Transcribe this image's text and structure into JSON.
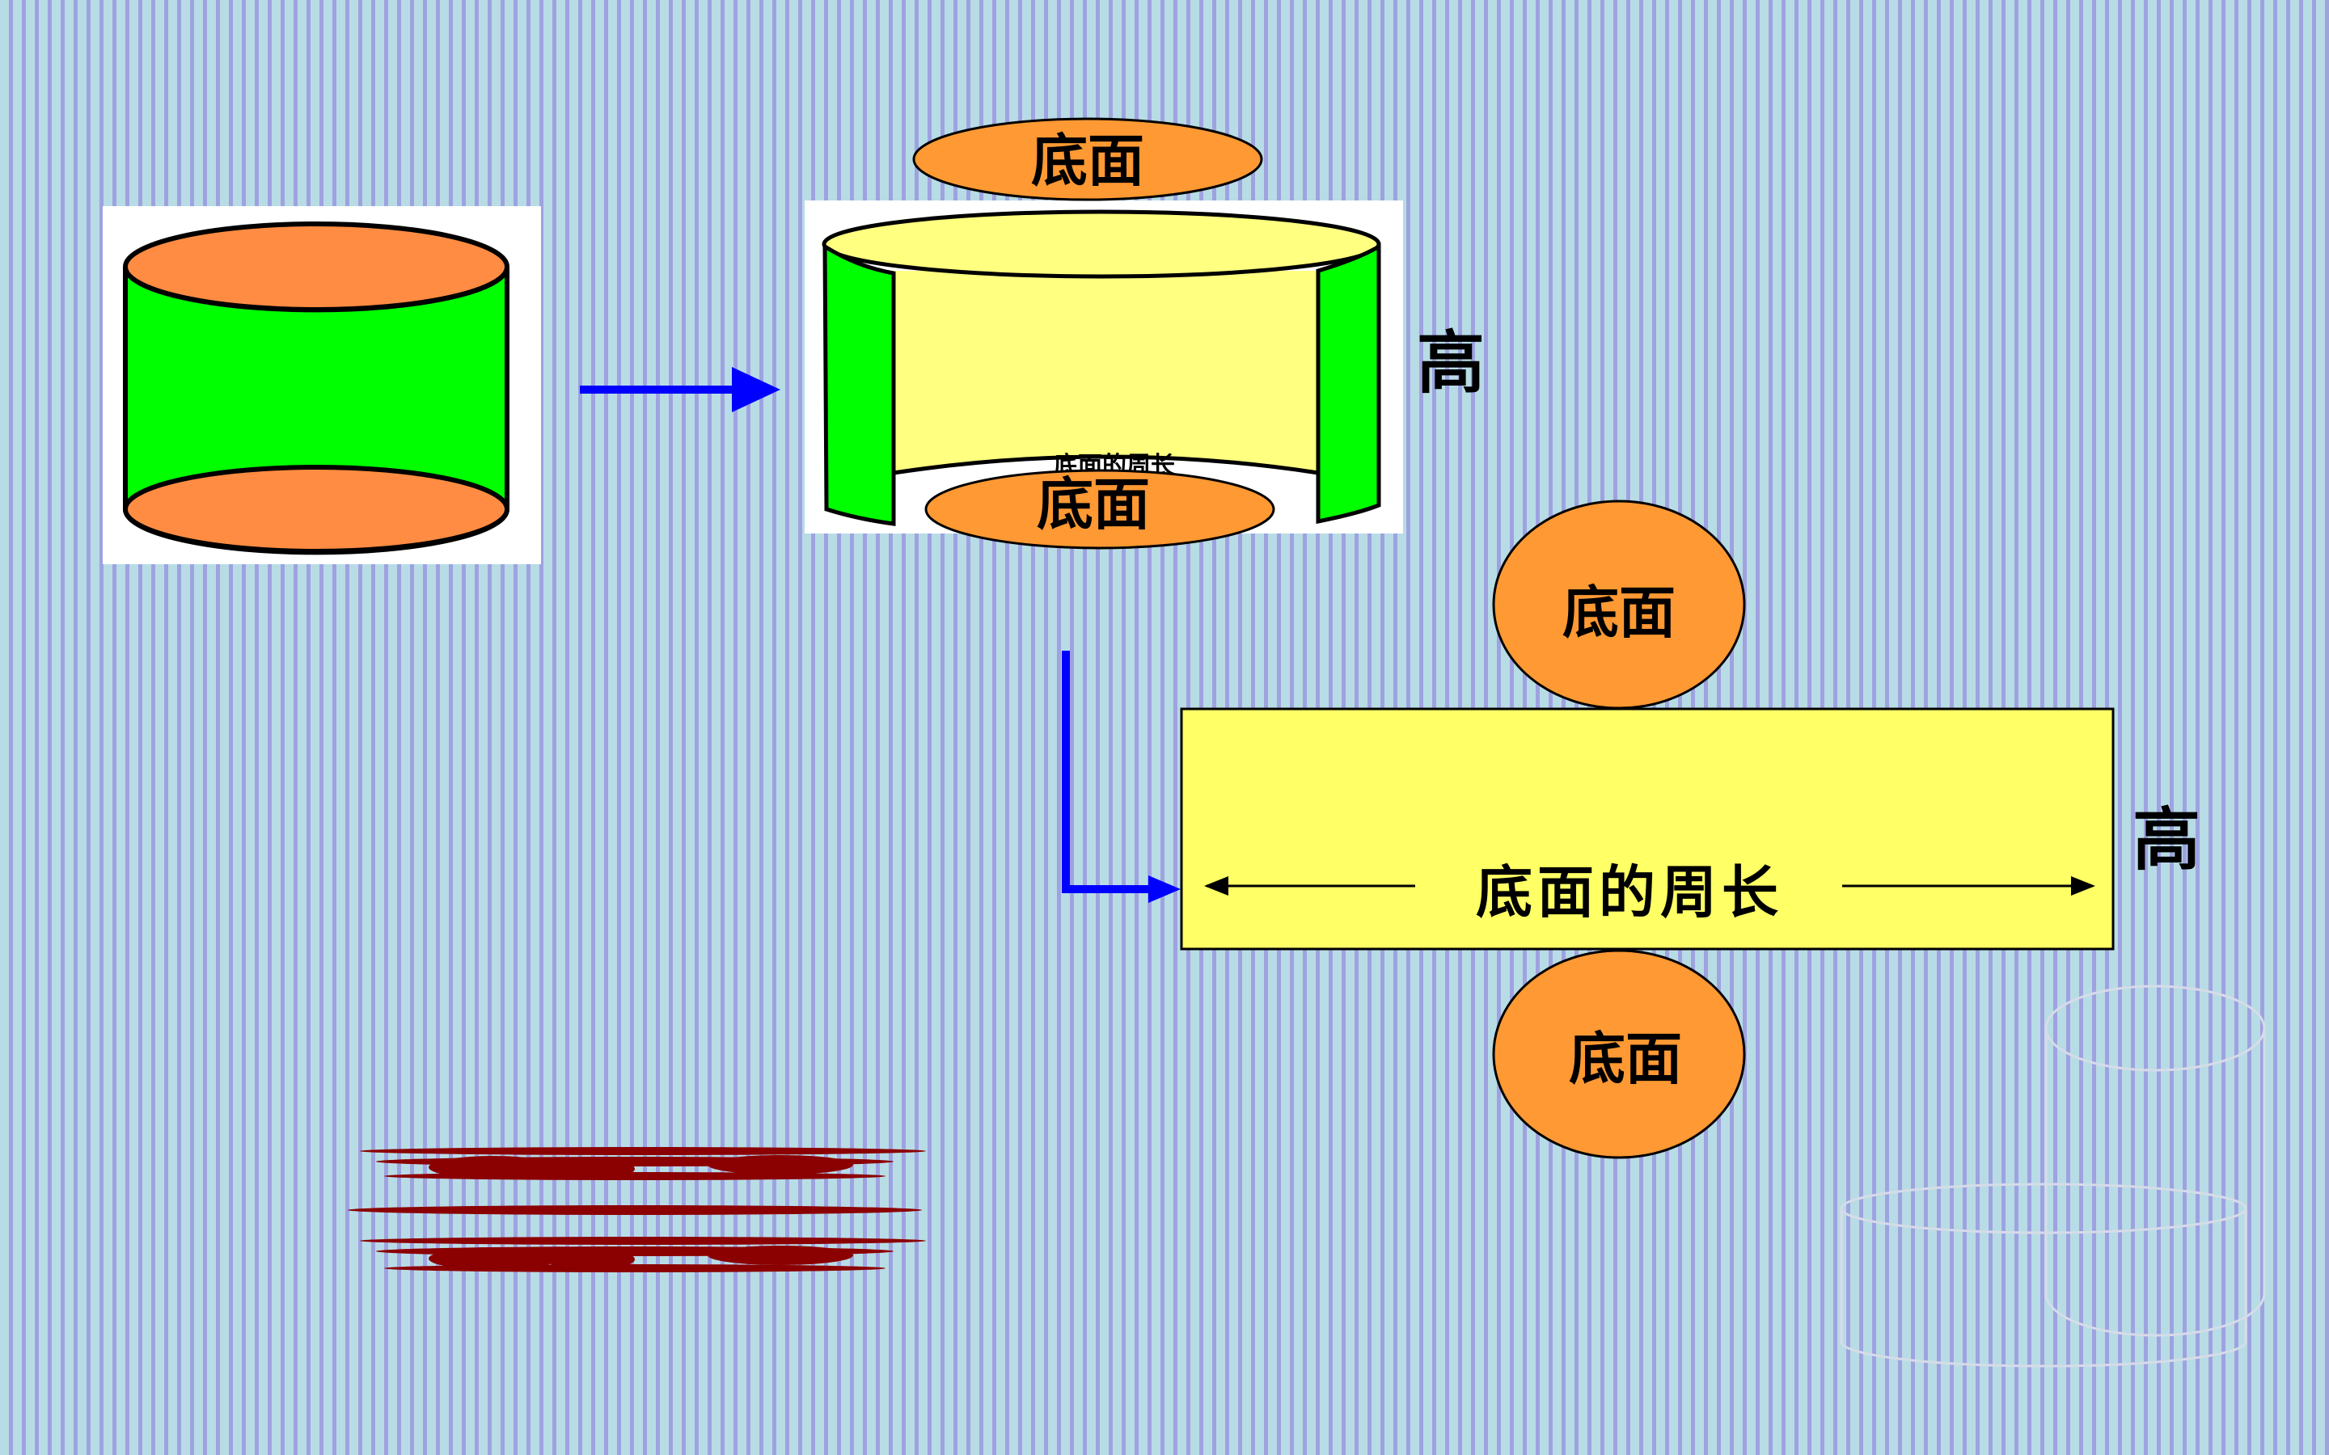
{
  "labels": {
    "base_top": "底面",
    "base_bottom_small": "底面",
    "circumference_small": "底面的周长",
    "height_small": "高",
    "base_circle_top": "底面",
    "base_circle_bottom": "底面",
    "circumference_rect": "底面的周长",
    "height_rect": "高"
  },
  "colors": {
    "background": "#b8dce6",
    "stripe": "#9fa2e0",
    "orange": "#ff9933",
    "cylinder_top": "#ff8c42",
    "green": "#00ff00",
    "yellow": "#ffff77",
    "blue_arrow": "#0000ff",
    "dark_red": "#8b0000"
  }
}
